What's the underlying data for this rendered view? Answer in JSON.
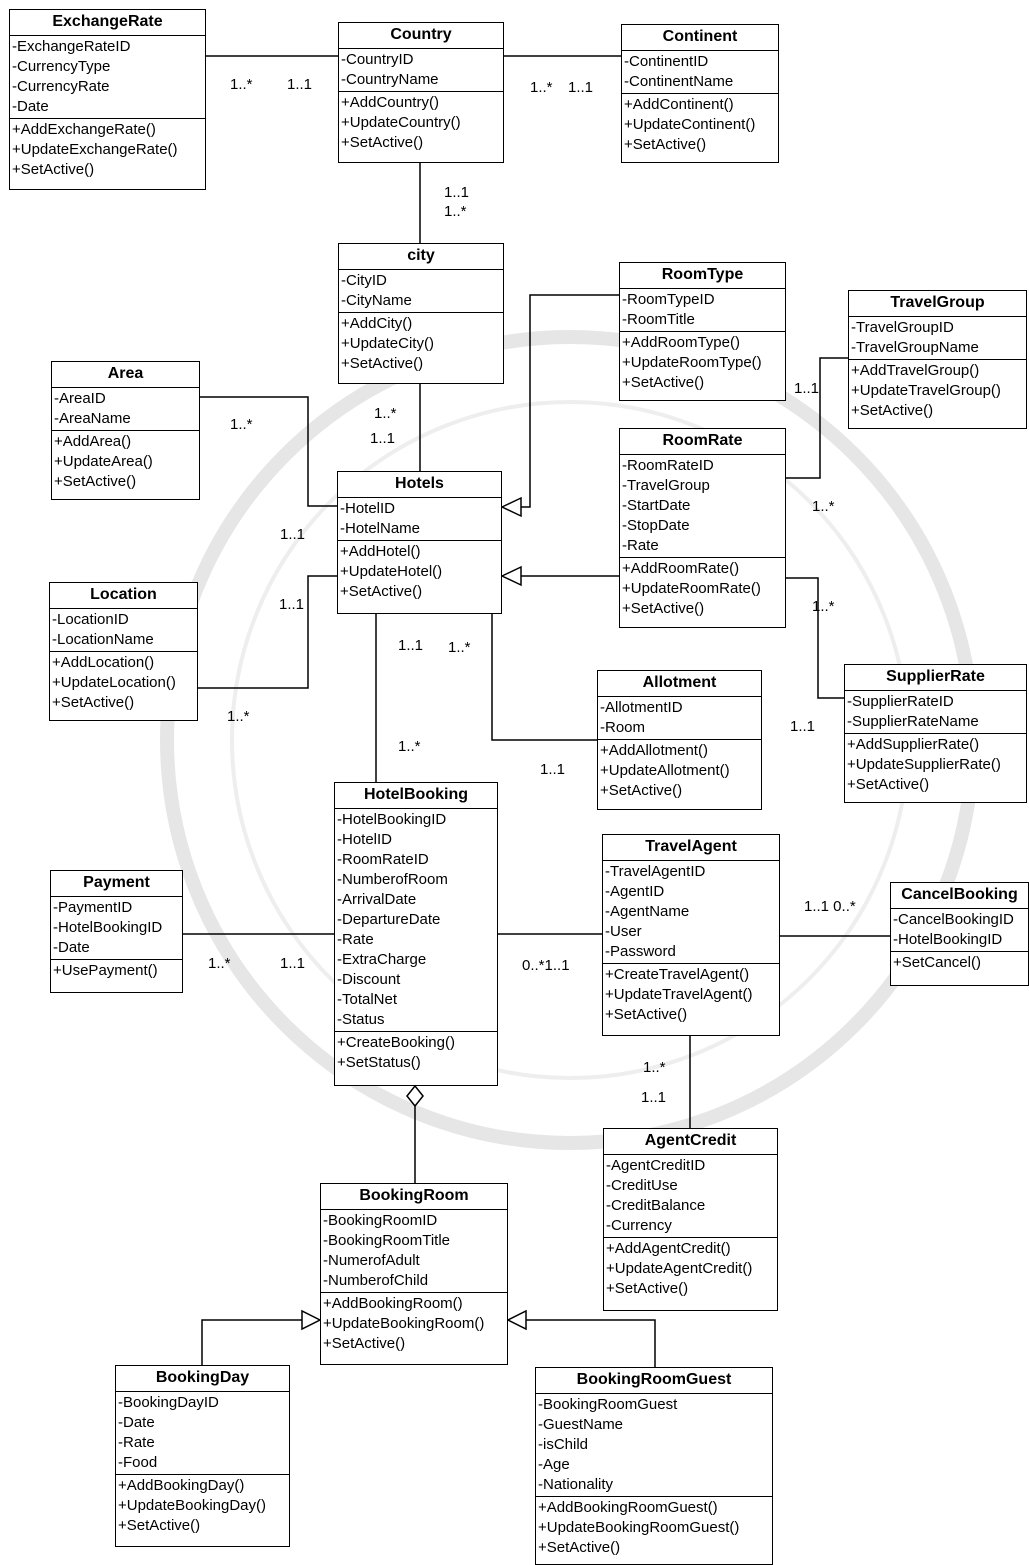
{
  "classes": {
    "exchange_rate": {
      "name": "ExchangeRate",
      "attributes": [
        "-ExchangeRateID",
        "-CurrencyType",
        "-CurrencyRate",
        "-Date"
      ],
      "methods": [
        "+AddExchangeRate()",
        "+UpdateExchangeRate()",
        "+SetActive()"
      ]
    },
    "country": {
      "name": "Country",
      "attributes": [
        "-CountryID",
        "-CountryName"
      ],
      "methods": [
        "+AddCountry()",
        "+UpdateCountry()",
        "+SetActive()"
      ]
    },
    "continent": {
      "name": "Continent",
      "attributes": [
        "-ContinentID",
        "-ContinentName"
      ],
      "methods": [
        "+AddContinent()",
        "+UpdateContinent()",
        "+SetActive()"
      ]
    },
    "city": {
      "name": "city",
      "attributes": [
        "-CityID",
        "-CityName"
      ],
      "methods": [
        "+AddCity()",
        "+UpdateCity()",
        "+SetActive()"
      ]
    },
    "room_type": {
      "name": "RoomType",
      "attributes": [
        "-RoomTypeID",
        "-RoomTitle"
      ],
      "methods": [
        "+AddRoomType()",
        "+UpdateRoomType()",
        "+SetActive()"
      ]
    },
    "travel_group": {
      "name": "TravelGroup",
      "attributes": [
        "-TravelGroupID",
        "-TravelGroupName"
      ],
      "methods": [
        "+AddTravelGroup()",
        "+UpdateTravelGroup()",
        "+SetActive()"
      ]
    },
    "area": {
      "name": "Area",
      "attributes": [
        "-AreaID",
        "-AreaName"
      ],
      "methods": [
        "+AddArea()",
        "+UpdateArea()",
        "+SetActive()"
      ]
    },
    "room_rate": {
      "name": "RoomRate",
      "attributes": [
        "-RoomRateID",
        "-TravelGroup",
        "-StartDate",
        "-StopDate",
        "-Rate"
      ],
      "methods": [
        "+AddRoomRate()",
        "+UpdateRoomRate()",
        "+SetActive()"
      ]
    },
    "hotels": {
      "name": "Hotels",
      "attributes": [
        "-HotelID",
        "-HotelName"
      ],
      "methods": [
        "+AddHotel()",
        "+UpdateHotel()",
        "+SetActive()"
      ]
    },
    "location": {
      "name": "Location",
      "attributes": [
        "-LocationID",
        "-LocationName"
      ],
      "methods": [
        "+AddLocation()",
        "+UpdateLocation()",
        "+SetActive()"
      ]
    },
    "allotment": {
      "name": "Allotment",
      "attributes": [
        "-AllotmentID",
        "-Room"
      ],
      "methods": [
        "+AddAllotment()",
        "+UpdateAllotment()",
        "+SetActive()"
      ]
    },
    "supplier_rate": {
      "name": "SupplierRate",
      "attributes": [
        "-SupplierRateID",
        "-SupplierRateName"
      ],
      "methods": [
        "+AddSupplierRate()",
        "+UpdateSupplierRate()",
        "+SetActive()"
      ]
    },
    "hotel_booking": {
      "name": "HotelBooking",
      "attributes": [
        "-HotelBookingID",
        "-HotelID",
        "-RoomRateID",
        "-NumberofRoom",
        "-ArrivalDate",
        "-DepartureDate",
        "-Rate",
        "-ExtraCharge",
        "-Discount",
        "-TotalNet",
        "-Status"
      ],
      "methods": [
        "+CreateBooking()",
        "+SetStatus()"
      ]
    },
    "travel_agent": {
      "name": "TravelAgent",
      "attributes": [
        "-TravelAgentID",
        "-AgentID",
        "-AgentName",
        "-User",
        "-Password"
      ],
      "methods": [
        "+CreateTravelAgent()",
        "+UpdateTravelAgent()",
        "+SetActive()"
      ]
    },
    "payment": {
      "name": "Payment",
      "attributes": [
        "-PaymentID",
        "-HotelBookingID",
        "-Date"
      ],
      "methods": [
        "+UsePayment()"
      ]
    },
    "cancel_booking": {
      "name": "CancelBooking",
      "attributes": [
        "-CancelBookingID",
        "-HotelBookingID"
      ],
      "methods": [
        "+SetCancel()"
      ]
    },
    "agent_credit": {
      "name": "AgentCredit",
      "attributes": [
        "-AgentCreditID",
        "-CreditUse",
        "-CreditBalance",
        "-Currency"
      ],
      "methods": [
        "+AddAgentCredit()",
        "+UpdateAgentCredit()",
        "+SetActive()"
      ]
    },
    "booking_room": {
      "name": "BookingRoom",
      "attributes": [
        "-BookingRoomID",
        "-BookingRoomTitle",
        "-NumerofAdult",
        "-NumberofChild"
      ],
      "methods": [
        "+AddBookingRoom()",
        "+UpdateBookingRoom()",
        "+SetActive()"
      ]
    },
    "booking_day": {
      "name": "BookingDay",
      "attributes": [
        "-BookingDayID",
        "-Date",
        "-Rate",
        "-Food"
      ],
      "methods": [
        "+AddBookingDay()",
        "+UpdateBookingDay()",
        "+SetActive()"
      ]
    },
    "booking_room_guest": {
      "name": "BookingRoomGuest",
      "attributes": [
        "-BookingRoomGuest",
        "-GuestName",
        "-isChild",
        "-Age",
        "-Nationality"
      ],
      "methods": [
        "+AddBookingRoomGuest()",
        "+UpdateBookingRoomGuest()",
        "+SetActive()"
      ]
    }
  },
  "multiplicities": {
    "m1": "1..*",
    "m2": "1..1",
    "m3": "1..*",
    "m4": "1..1",
    "m5": "1..1",
    "m6": "1..*",
    "m7": "1..*",
    "m8": "1..1",
    "m9": "1..*",
    "m10": "1..1",
    "m11": "1..1",
    "m12": "1..*",
    "m13": "1..*",
    "m14": "1..1",
    "m15": "1..*",
    "m16": "1..1",
    "m17": "1..*",
    "m18": "1..1",
    "m19": "1..*",
    "m20": "1..1",
    "m21": "0..*1..1",
    "m22": "1..1  0..*",
    "m23": "1..*",
    "m24": "1..1"
  },
  "colors": {
    "line": "#000000",
    "background": "#ffffff",
    "watermark": "#e6e6e6"
  }
}
